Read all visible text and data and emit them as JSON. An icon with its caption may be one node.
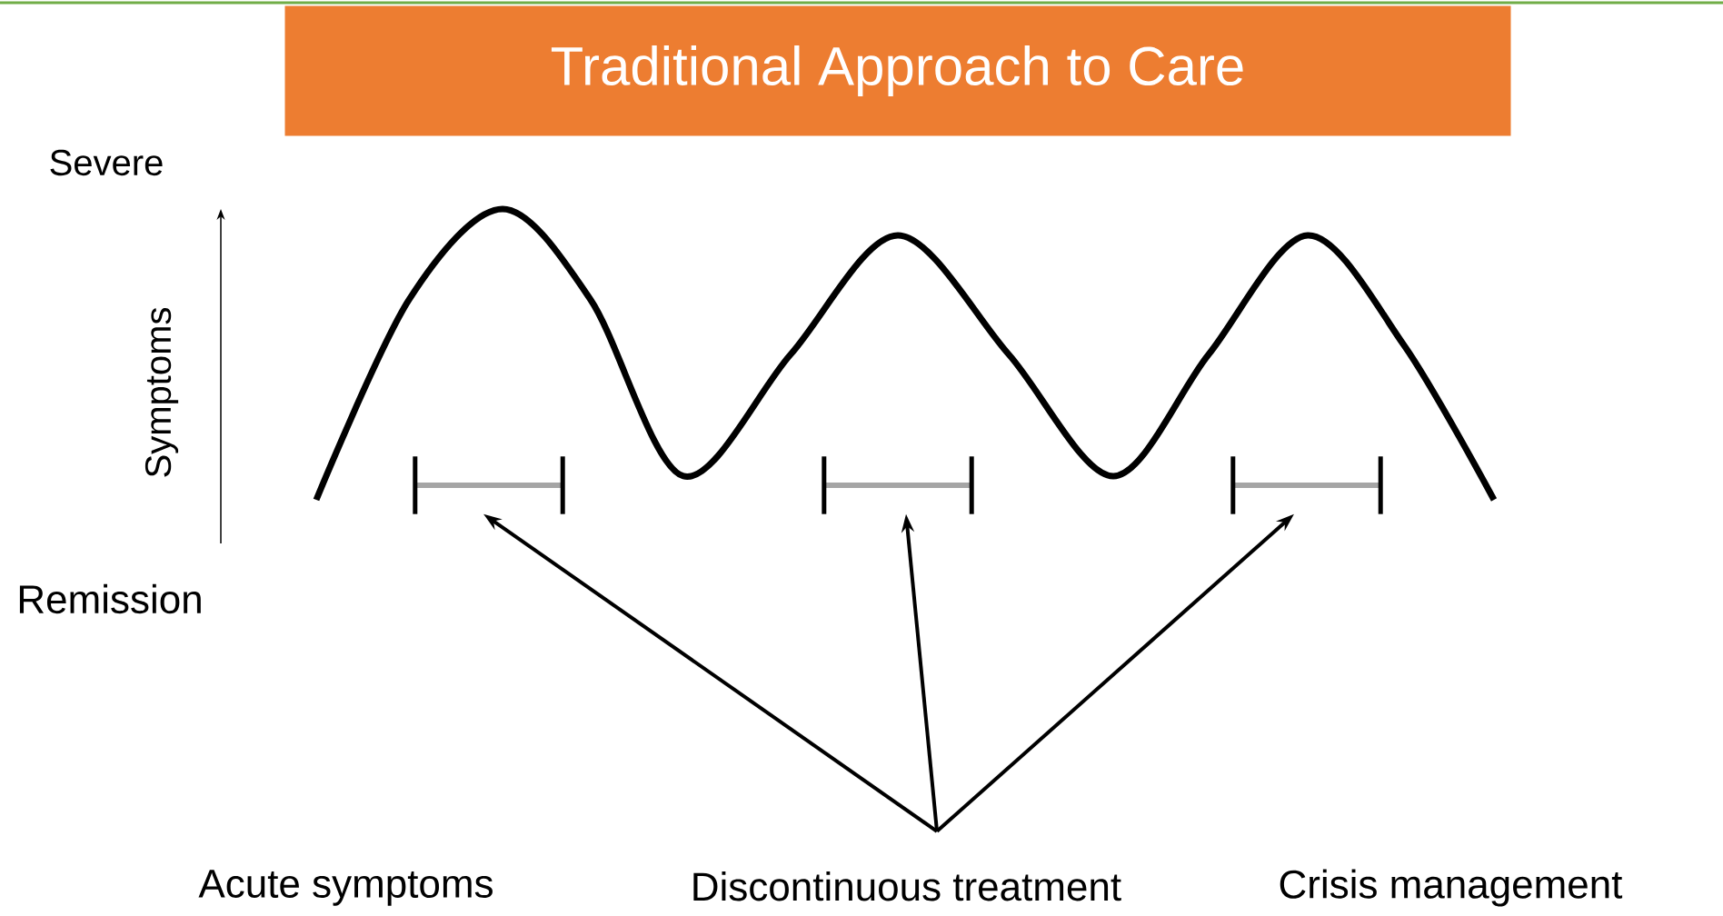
{
  "diagram": {
    "title": "Traditional Approach to Care",
    "nodes": [
      {
        "text": [],
        "shape": "bar"
      },
      {
        "text": [],
        "shape": "bar"
      },
      {
        "text": [],
        "shape": "bar"
      },
      {
        "text": [
          "Discontinuous treatment"
        ]
      }
    ],
    "edges": [
      {
        "from": 3,
        "to": 0,
        "arrow": "to"
      },
      {
        "from": 3,
        "to": 1,
        "arrow": "to"
      },
      {
        "from": 3,
        "to": 2,
        "arrow": "to"
      }
    ],
    "labels": [
      "Severe",
      "Symptoms",
      "Remission",
      "Acute symptoms",
      "Crisis management"
    ]
  }
}
